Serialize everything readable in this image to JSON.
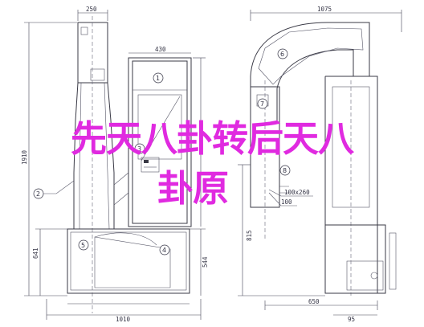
{
  "dimensions": {
    "left_top_width": "250",
    "left_mid_width": "430",
    "left_total_height": "1910",
    "left_base_height": "641",
    "left_base_right_height": "544",
    "left_bottom_width": "1010",
    "right_top_width": "1075",
    "right_base_height": "815",
    "right_duct_size": "100x260",
    "right_duct_offset": "100",
    "right_bottom_width": "650",
    "right_bottom_small": "95"
  },
  "callouts": [
    "1",
    "2",
    "3",
    "4",
    "5",
    "6",
    "7",
    "8"
  ],
  "overlay": {
    "line1": "先天八卦转后天八",
    "line2": "卦原"
  },
  "colors": {
    "line": "#3a3a46",
    "hatch": "#555566",
    "overlay_text": "#e02ae0",
    "background": "#ffffff"
  }
}
